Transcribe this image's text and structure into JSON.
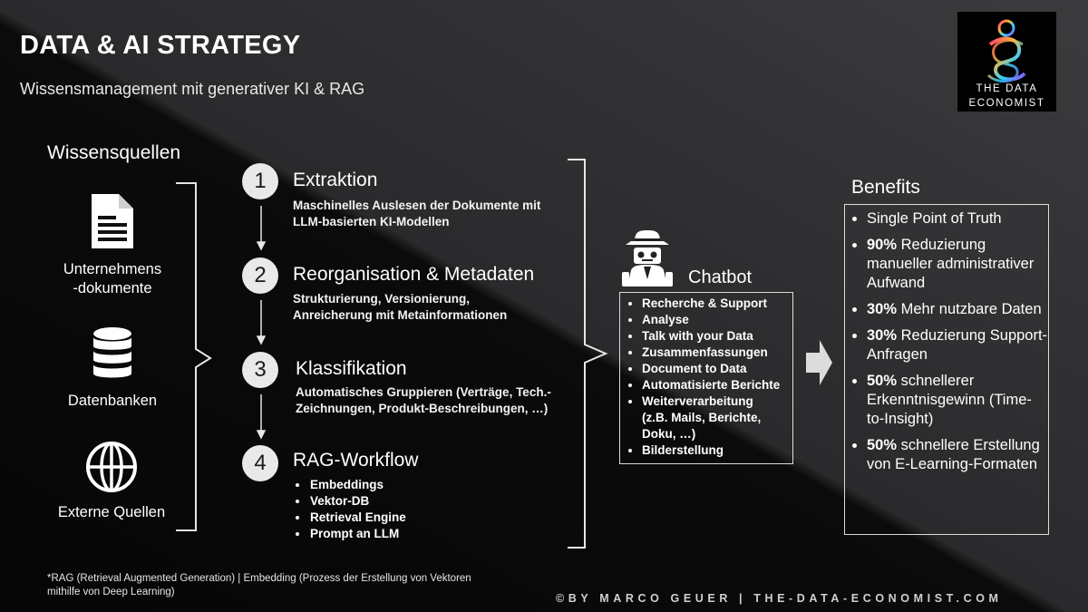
{
  "header": {
    "title": "DATA & AI STRATEGY",
    "subtitle": "Wissensmanagement mit generativer KI & RAG"
  },
  "logo": {
    "line1": "THE DATA",
    "line2": "ECONOMIST"
  },
  "sources": {
    "title": "Wissensquellen",
    "items": [
      {
        "icon": "document-icon",
        "label_line1": "Unternehmens",
        "label_line2": "-dokumente"
      },
      {
        "icon": "database-icon",
        "label": "Datenbanken"
      },
      {
        "icon": "globe-icon",
        "label": "Externe Quellen"
      }
    ]
  },
  "steps": [
    {
      "number": "1",
      "title": "Extraktion",
      "desc_line1": "Maschinelles Auslesen der Dokumente mit",
      "desc_line2": "LLM-basierten KI-Modellen"
    },
    {
      "number": "2",
      "title": "Reorganisation & Metadaten",
      "desc_line1": "Strukturierung, Versionierung,",
      "desc_line2": "Anreicherung mit Metainformationen"
    },
    {
      "number": "3",
      "title": "Klassifikation",
      "desc_line1": "Automatisches Gruppieren (Verträge, Tech.-",
      "desc_line2": "Zeichnungen, Produkt-Beschreibungen,  …)"
    },
    {
      "number": "4",
      "title": "RAG-Workflow",
      "items": [
        "Embeddings",
        "Vektor-DB",
        "Retrieval Engine",
        "Prompt an LLM"
      ]
    }
  ],
  "chatbot": {
    "label": "Chatbot",
    "icon": "detective-bot-icon",
    "items": [
      "Recherche & Support",
      "Analyse",
      "Talk with your Data",
      "Zusammenfassungen",
      "Document to Data",
      "Automatisierte Berichte",
      "Weiterverarbeitung",
      "(z.B. Mails, Berichte,",
      "Doku, …)",
      "Bilderstellung"
    ]
  },
  "benefits": {
    "title": "Benefits",
    "items": [
      {
        "bold": "",
        "text": "Single Point of Truth"
      },
      {
        "bold": "90%",
        "text": " Reduzierung manueller administrativer Aufwand"
      },
      {
        "bold": "30%",
        "text": " Mehr nutzbare Daten"
      },
      {
        "bold": "30%",
        "text": " Reduzierung Support-Anfragen"
      },
      {
        "bold": "50%",
        "text": " schnellerer Erkenntnisgewinn (Time-to-Insight)"
      },
      {
        "bold": "50%",
        "text": " schnellere Erstellung von E-Learning-Formaten"
      }
    ]
  },
  "footnote": {
    "line1": "*RAG (Retrieval Augmented Generation) | Embedding (Prozess der Erstellung von Vektoren",
    "line2": "mithilfe von Deep Learning)"
  },
  "credit": "©BY MARCO GEUER | THE-DATA-ECONOMIST.COM",
  "colors": {
    "accent_arrow": "#e6e6e6",
    "box_border": "#dcdcdc",
    "step_circle": "#e9e9e9"
  }
}
